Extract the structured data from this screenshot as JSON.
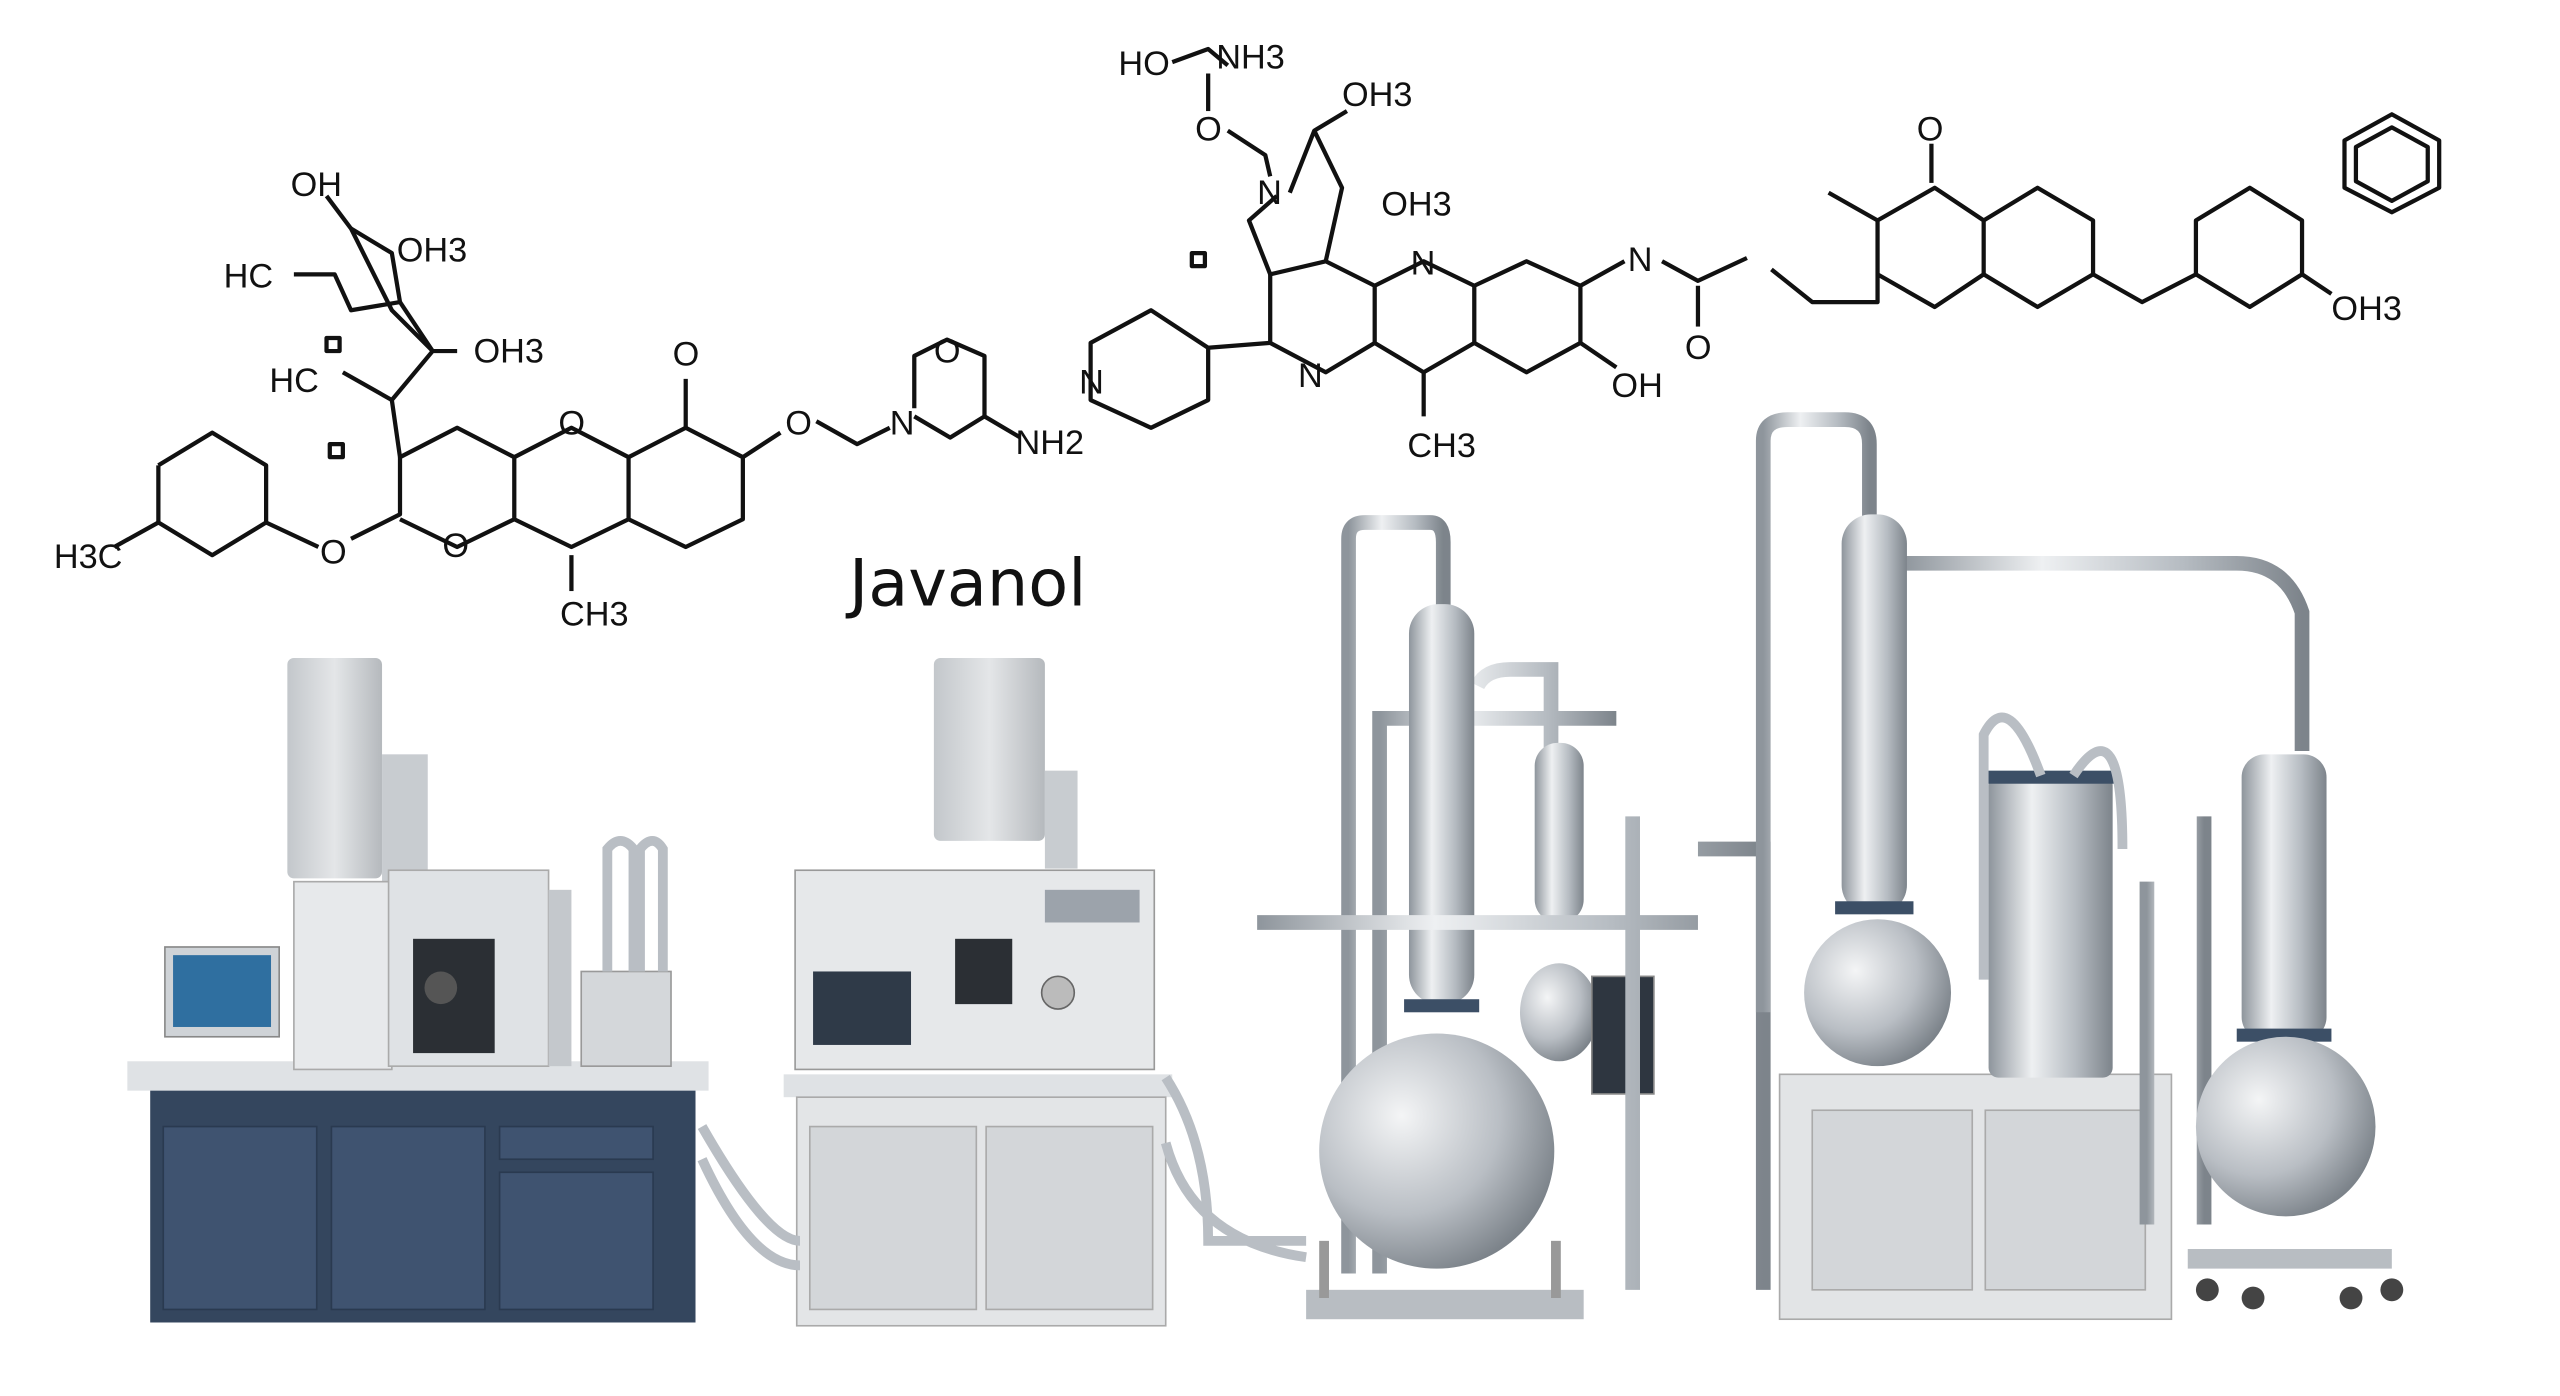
{
  "title": "Javanol",
  "structure_left": {
    "labels": [
      "OH",
      "HC",
      "OH3",
      "OH3",
      "HC",
      "O",
      "O",
      "O",
      "N",
      "O",
      "NH2",
      "O",
      "O",
      "H3C",
      "CH3"
    ]
  },
  "structure_middle": {
    "labels": [
      "HO",
      "NH3",
      "O",
      "N",
      "OH3",
      "OH3",
      "N",
      "N",
      "N",
      "CH3",
      "N",
      "OH",
      "O"
    ]
  },
  "structure_right": {
    "labels": [
      "O",
      "OH3"
    ]
  },
  "colors": {
    "cabinet_dark": "#34465e",
    "steel": "#c4c9cf",
    "instrument": "#d9dcdf",
    "flange": "#3c4f66"
  }
}
